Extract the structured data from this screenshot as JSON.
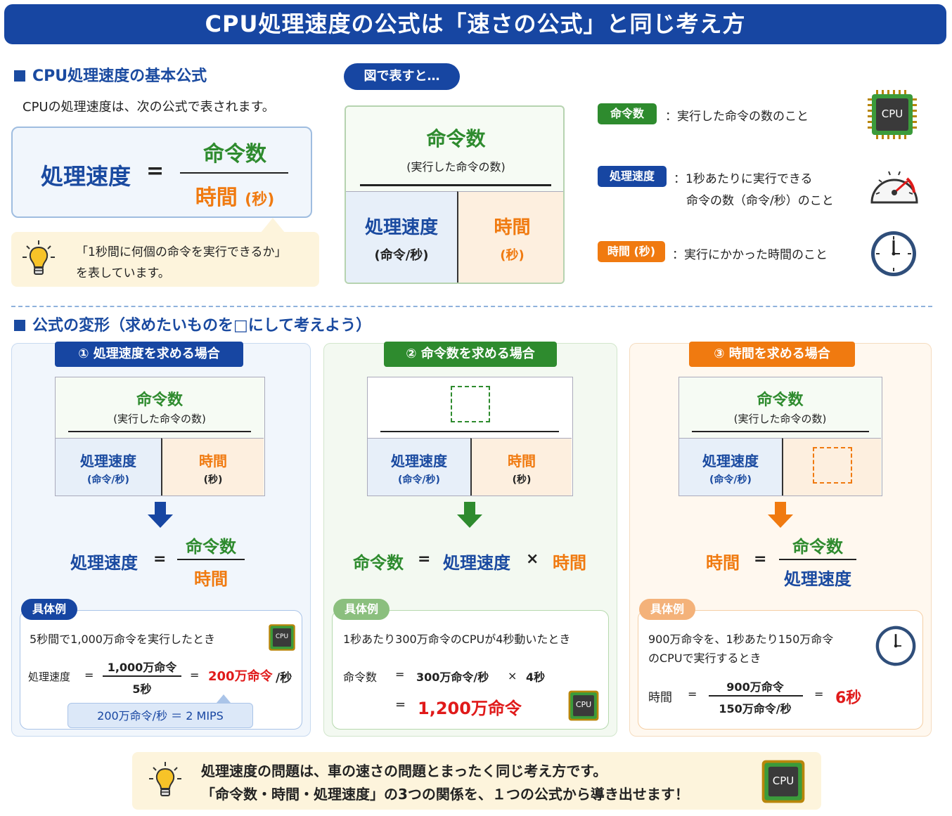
{
  "title": "CPU処理速度の公式は「速さの公式」と同じ考え方",
  "basic": {
    "heading": "CPU処理速度の基本公式",
    "intro": "CPUの処理速度は、次の公式で表されます。",
    "formula": {
      "lhs": "処理速度",
      "eq": "=",
      "numerator": "命令数",
      "denominator": "時間",
      "denominator_unit": "(秒)"
    },
    "tip_line1": "「1秒間に何個の命令を実行できるか」",
    "tip_line2": "を表しています。"
  },
  "figure": {
    "pill": "図で表すと…",
    "top_label": "命令数",
    "top_sub": "(実行した命令の数)",
    "left_label": "処理速度",
    "left_sub": "(命令/秒)",
    "right_label": "時間",
    "right_sub": "(秒)"
  },
  "legend": [
    {
      "tag": "命令数",
      "desc1": "：実行した命令の数のこと",
      "desc2": "",
      "icon": "cpu-chip-icon",
      "color": "#2e8b2e"
    },
    {
      "tag": "処理速度",
      "desc1": "：1秒あたりに実行できる",
      "desc2": "命令の数（命令/秒）のこと",
      "icon": "speedometer-icon",
      "color": "#1746a2"
    },
    {
      "tag": "時間 (秒)",
      "desc1": "：実行にかかった時間のこと",
      "desc2": "",
      "icon": "clock-icon",
      "color": "#f07a10"
    }
  ],
  "cpu_label": "CPU",
  "transform": {
    "heading": "公式の変形（求めたいものを□にして考えよう）",
    "cases": [
      {
        "title": "① 処理速度を求める場合",
        "top": "命令数",
        "top_sub": "(実行した命令の数)",
        "left": "処理速度",
        "left_sub": "(命令/秒)",
        "right": "時間",
        "right_sub": "(秒)",
        "eq_lhs": "処理速度",
        "eq": "=",
        "eq_num": "命令数",
        "eq_den": "時間",
        "ex_tag": "具体例",
        "ex_line": "5秒間で1,000万命令を実行したとき",
        "ex_lhs": "処理速度",
        "ex_eq1": "=",
        "ex_num": "1,000万命令",
        "ex_den": "5秒",
        "ex_eq2": "=",
        "ex_result": "200万命令",
        "ex_unit": "/秒",
        "ex_note": "200万命令/秒 ＝ 2 MIPS"
      },
      {
        "title": "② 命令数を求める場合",
        "left": "処理速度",
        "left_sub": "(命令/秒)",
        "right": "時間",
        "right_sub": "(秒)",
        "eq_lhs": "命令数",
        "eq": "=",
        "eq_mid": "処理速度",
        "eq_times": "×",
        "eq_rhs": "時間",
        "ex_tag": "具体例",
        "ex_line": "1秒あたり300万命令のCPUが4秒動いたとき",
        "ex_lhs": "命令数",
        "ex_eq1": "=",
        "ex_a": "300万命令/秒",
        "ex_times": "×",
        "ex_b": "4秒",
        "ex_eq2": "=",
        "ex_result": "1,200万命令"
      },
      {
        "title": "③ 時間を求める場合",
        "top": "命令数",
        "top_sub": "(実行した命令の数)",
        "left": "処理速度",
        "left_sub": "(命令/秒)",
        "eq_lhs": "時間",
        "eq": "=",
        "eq_num": "命令数",
        "eq_den": "処理速度",
        "ex_tag": "具体例",
        "ex_line1": "900万命令を、1秒あたり150万命令",
        "ex_line2": "のCPUで実行するとき",
        "ex_lhs": "時間",
        "ex_eq1": "=",
        "ex_num": "900万命令",
        "ex_den": "150万命令/秒",
        "ex_eq2": "=",
        "ex_result": "6秒"
      }
    ]
  },
  "bottom": {
    "line1": "処理速度の問題は、車の速さの問題とまったく同じ考え方です。",
    "line2": "「命令数・時間・処理速度」の3つの関係を、１つの公式から導き出せます！"
  }
}
